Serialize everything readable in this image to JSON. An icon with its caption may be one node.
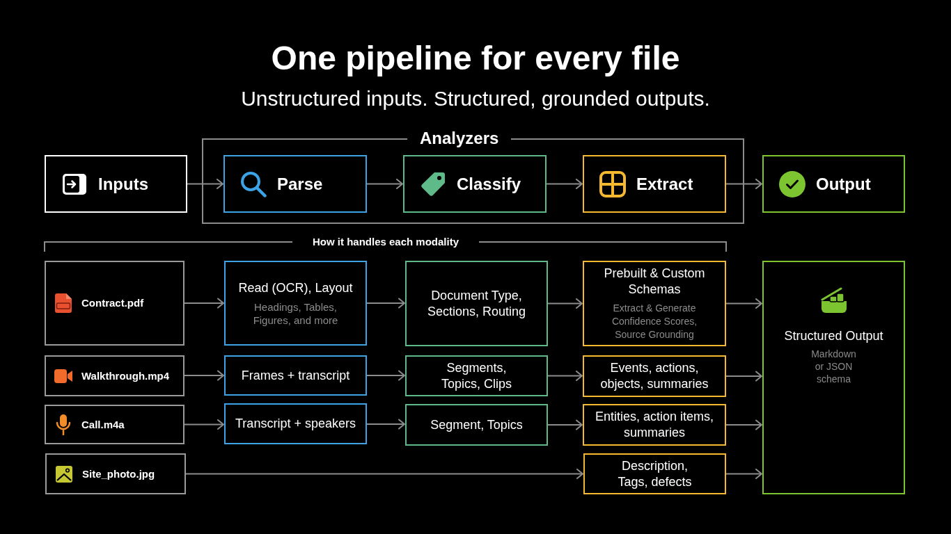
{
  "diagram": {
    "title": "One pipeline for every file",
    "nodes": [
      {
        "text": [
          "Inputs"
        ]
      },
      {
        "text": [
          "Analyzers"
        ]
      },
      {
        "text": [
          "Parse"
        ],
        "in": 1
      },
      {
        "text": [
          "Classify"
        ],
        "in": 1
      },
      {
        "text": [
          "Extract"
        ],
        "in": 1
      },
      {
        "text": [
          "Output"
        ]
      },
      {
        "text": [
          "Contract.pdf"
        ]
      },
      {
        "text": [
          "Read (OCR), Layout",
          "Headings, Tables, Figures, and more"
        ]
      },
      {
        "text": [
          "Document Type, Sections, Routing"
        ]
      },
      {
        "text": [
          "Prebuilt & Custom Schemas",
          "Extract & Generate Confidence Scores, Source Grounding"
        ]
      },
      {
        "text": [
          "Structured Output",
          "Markdown or JSON schema"
        ]
      },
      {
        "text": [
          "Walkthrough.mp4"
        ]
      },
      {
        "text": [
          "Frames + transcript"
        ]
      },
      {
        "text": [
          "Segments, Topics, Clips"
        ]
      },
      {
        "text": [
          "Events, actions, objects, summaries"
        ]
      },
      {
        "text": [
          "Call.m4a"
        ]
      },
      {
        "text": [
          "Transcript + speakers"
        ]
      },
      {
        "text": [
          "Segment, Topics"
        ]
      },
      {
        "text": [
          "Entities, action items, summaries"
        ]
      },
      {
        "text": [
          "Site_photo.jpg"
        ]
      },
      {
        "text": [
          "Description, Tags, defects"
        ]
      }
    ],
    "edges": [
      {
        "from": 0,
        "to": 2,
        "arrow": "to"
      },
      {
        "from": 2,
        "to": 3,
        "arrow": "to"
      },
      {
        "from": 3,
        "to": 4,
        "arrow": "to"
      },
      {
        "from": 4,
        "to": 5,
        "arrow": "to"
      },
      {
        "from": 6,
        "to": 7,
        "arrow": "to"
      },
      {
        "from": 7,
        "to": 8,
        "arrow": "to"
      },
      {
        "from": 8,
        "to": 9,
        "arrow": "to"
      },
      {
        "from": 9,
        "to": 10,
        "arrow": "to"
      },
      {
        "from": 11,
        "to": 12,
        "arrow": "to"
      },
      {
        "from": 12,
        "to": 13,
        "arrow": "to"
      },
      {
        "from": 13,
        "to": 14,
        "arrow": "to"
      },
      {
        "from": 14,
        "to": 10,
        "arrow": "to"
      },
      {
        "from": 15,
        "to": 16,
        "arrow": "to"
      },
      {
        "from": 16,
        "to": 17,
        "arrow": "to"
      },
      {
        "from": 17,
        "to": 18,
        "arrow": "to"
      },
      {
        "from": 18,
        "to": 10,
        "arrow": "to"
      },
      {
        "from": 19,
        "to": 20,
        "arrow": "to"
      },
      {
        "from": 20,
        "to": 10,
        "arrow": "to"
      }
    ],
    "labels": [
      "Unstructured inputs. Structured, grounded outputs.",
      "How it handles each modality"
    ]
  }
}
